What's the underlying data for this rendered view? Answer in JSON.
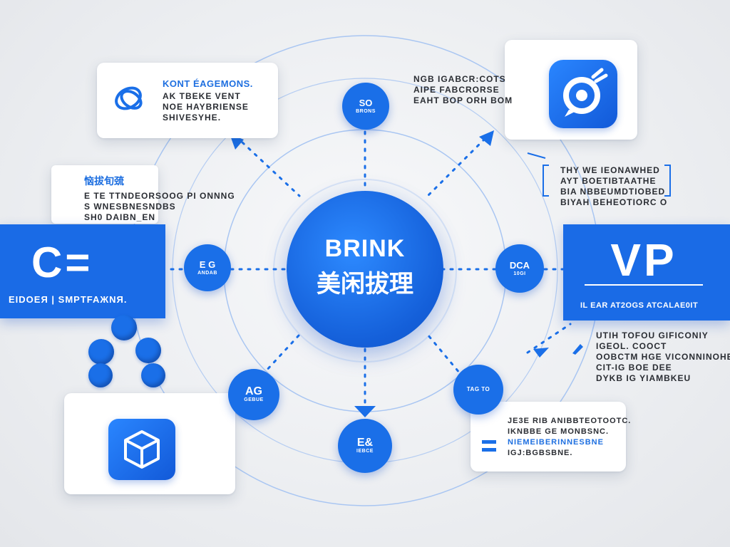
{
  "center": {
    "title": "BRINK",
    "subtitle": "美闲拔理"
  },
  "top_left_card": {
    "title": "KONT ÉAGEMONS.",
    "lines": [
      "AK TBEKE VENT",
      "NOE HAYBRIENSE",
      "SHIVESYHE."
    ],
    "icon": "link-knot-icon"
  },
  "top_right_card": {
    "lines": [
      "NGB IGABCR:COTS",
      "AIPE FABCRORSE",
      "EAHT BOP ORH BOM"
    ],
    "icon": "chat-bubble-icon"
  },
  "left_card": {
    "title": "恼拔旬巯",
    "lines": [
      "E TE TTNDEORSOOG PI ONNNG",
      "S WNESBNESNDBS",
      "SH0 DAIBN_EN"
    ]
  },
  "right_text_block": {
    "lines": [
      "THY WE IEONAWHED",
      "AYT BOETIBTAATHE",
      "BIA NBBEUMDTIOBED",
      "BIYAH BEHEOTIORC O"
    ]
  },
  "left_banner": {
    "big": "C=",
    "caption": "EIDOEЯ | SMPTFAЖNЯ."
  },
  "right_banner": {
    "big": "VP",
    "caption": "IL EAR AT2OGS ATCALAE0IT"
  },
  "right_mid_text": {
    "lines": [
      "UTIH TOFOU GIFICONIY",
      "IGEOL. COOCT",
      "OOBCTM HGE VICONNINOHE",
      "CIT-IG BOE DEE",
      "DYKB IG YIAMBKEU"
    ]
  },
  "bottom_right_card": {
    "lines": [
      "JE3E RIB ANIBBTEOTOOTC.",
      "IKNBBE GE MONBSNC.",
      "NIEMEIBERINNESBNE",
      "IGJ:BGBSBNE."
    ]
  },
  "nodes": [
    {
      "id": "top",
      "big": "SO",
      "small": "BRONS"
    },
    {
      "id": "left",
      "big": "E G",
      "small": "ANDAB"
    },
    {
      "id": "right",
      "big": "DCA",
      "small": "10GI"
    },
    {
      "id": "bottom-left",
      "big": "AG",
      "small": "GEBUE"
    },
    {
      "id": "bottom-right",
      "big": "",
      "small": "TAG TO"
    },
    {
      "id": "bottom",
      "big": "E&",
      "small": "IEBCE"
    }
  ],
  "colors": {
    "accent": "#1a6fe8",
    "ring": "#8fb6ef",
    "background": "#eceef1"
  }
}
